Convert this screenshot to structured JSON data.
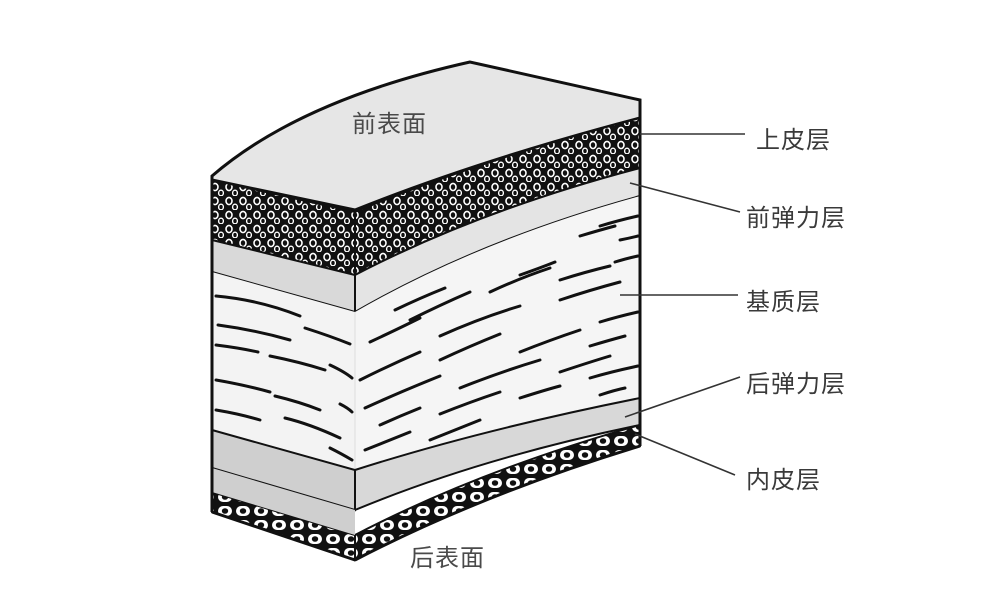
{
  "diagram": {
    "subject": "corneal cross-section layers",
    "surfaces": {
      "anterior": "前表面",
      "posterior": "后表面"
    },
    "layers": [
      {
        "id": "epithelium",
        "label": "上皮层"
      },
      {
        "id": "bowman",
        "label": "前弹力层"
      },
      {
        "id": "stroma",
        "label": "基质层"
      },
      {
        "id": "descemet",
        "label": "后弹力层"
      },
      {
        "id": "endothelium",
        "label": "内皮层"
      }
    ],
    "colors": {
      "background": "#ffffff",
      "outline": "#111111",
      "top_surface": "#e6e6e6",
      "membrane": "#d4d4d4",
      "stroma": "#f2f2f2",
      "leader_line": "#333333",
      "label_text": "#3a3a3a"
    }
  }
}
